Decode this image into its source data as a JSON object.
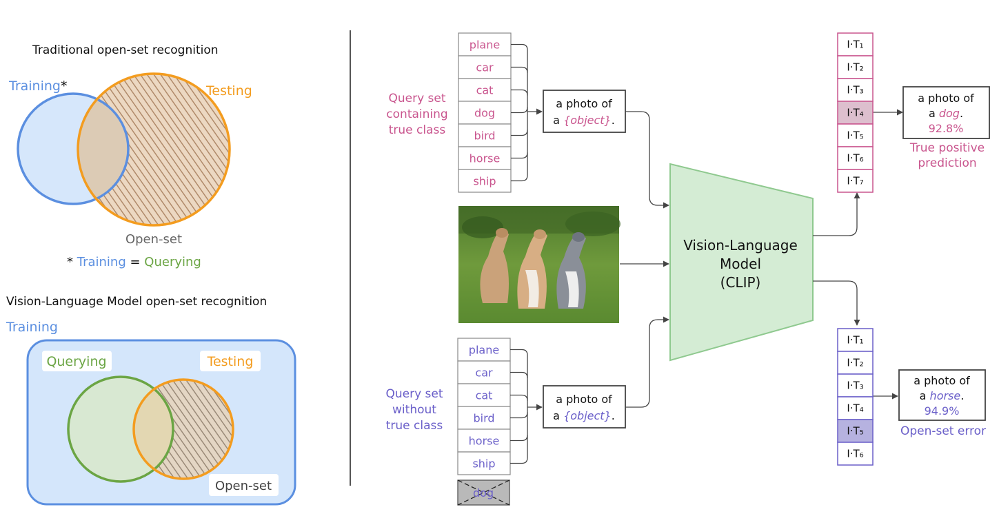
{
  "colors": {
    "blue": "#5b8fe0",
    "orange": "#f39c1f",
    "green": "#6ba544",
    "gray": "#666666",
    "pink": "#c9558e",
    "purple": "#6a5fc9",
    "model_fill": "#d4ecd4",
    "model_stroke": "#8fc98f",
    "highlight_pink": "#ddbfce",
    "highlight_purple": "#b6b2e0"
  },
  "traditional": {
    "title": "Traditional open-set recognition",
    "training_label": "Training",
    "training_asterisk": "*",
    "testing_label": "Testing",
    "open_set_label": "Open-set",
    "footnote_star": "* ",
    "footnote_training": "Training",
    "footnote_equals": " = ",
    "footnote_querying": "Querying"
  },
  "vlm": {
    "title": "Vision-Language Model open-set recognition",
    "training_label": "Training",
    "querying_label": "Querying",
    "testing_label": "Testing",
    "open_set_label": "Open-set"
  },
  "top_query": {
    "label_lines": [
      "Query set",
      "containing",
      "true class"
    ],
    "classes": [
      "plane",
      "car",
      "cat",
      "dog",
      "bird",
      "horse",
      "ship"
    ],
    "prompt_line1": "a photo of",
    "prompt_a": "a ",
    "prompt_object": "{object}",
    "prompt_period": "."
  },
  "bottom_query": {
    "label_lines": [
      "Query set",
      "without",
      "true class"
    ],
    "classes": [
      "plane",
      "car",
      "cat",
      "bird",
      "horse",
      "ship"
    ],
    "removed_class": "dog",
    "prompt_line1": "a photo of",
    "prompt_a": "a ",
    "prompt_object": "{object}",
    "prompt_period": "."
  },
  "model": {
    "line1": "Vision-Language",
    "line2": "Model",
    "line3": "(CLIP)"
  },
  "top_scores": {
    "items": [
      "I·T₁",
      "I·T₂",
      "I·T₃",
      "I·T₄",
      "I·T₅",
      "I·T₆",
      "I·T₇"
    ],
    "highlight_index": 3,
    "result_line1": "a photo of",
    "result_a": "a ",
    "result_word": "dog",
    "result_period": ".",
    "result_pct": "92.8%",
    "caption_line1": "True positive",
    "caption_line2": "prediction"
  },
  "bottom_scores": {
    "items": [
      "I·T₁",
      "I·T₂",
      "I·T₃",
      "I·T₄",
      "I·T₅",
      "I·T₆"
    ],
    "highlight_index": 4,
    "result_line1": "a photo of",
    "result_a": "a ",
    "result_word": "horse",
    "result_period": ".",
    "result_pct": "94.9%",
    "caption": "Open-set error"
  }
}
